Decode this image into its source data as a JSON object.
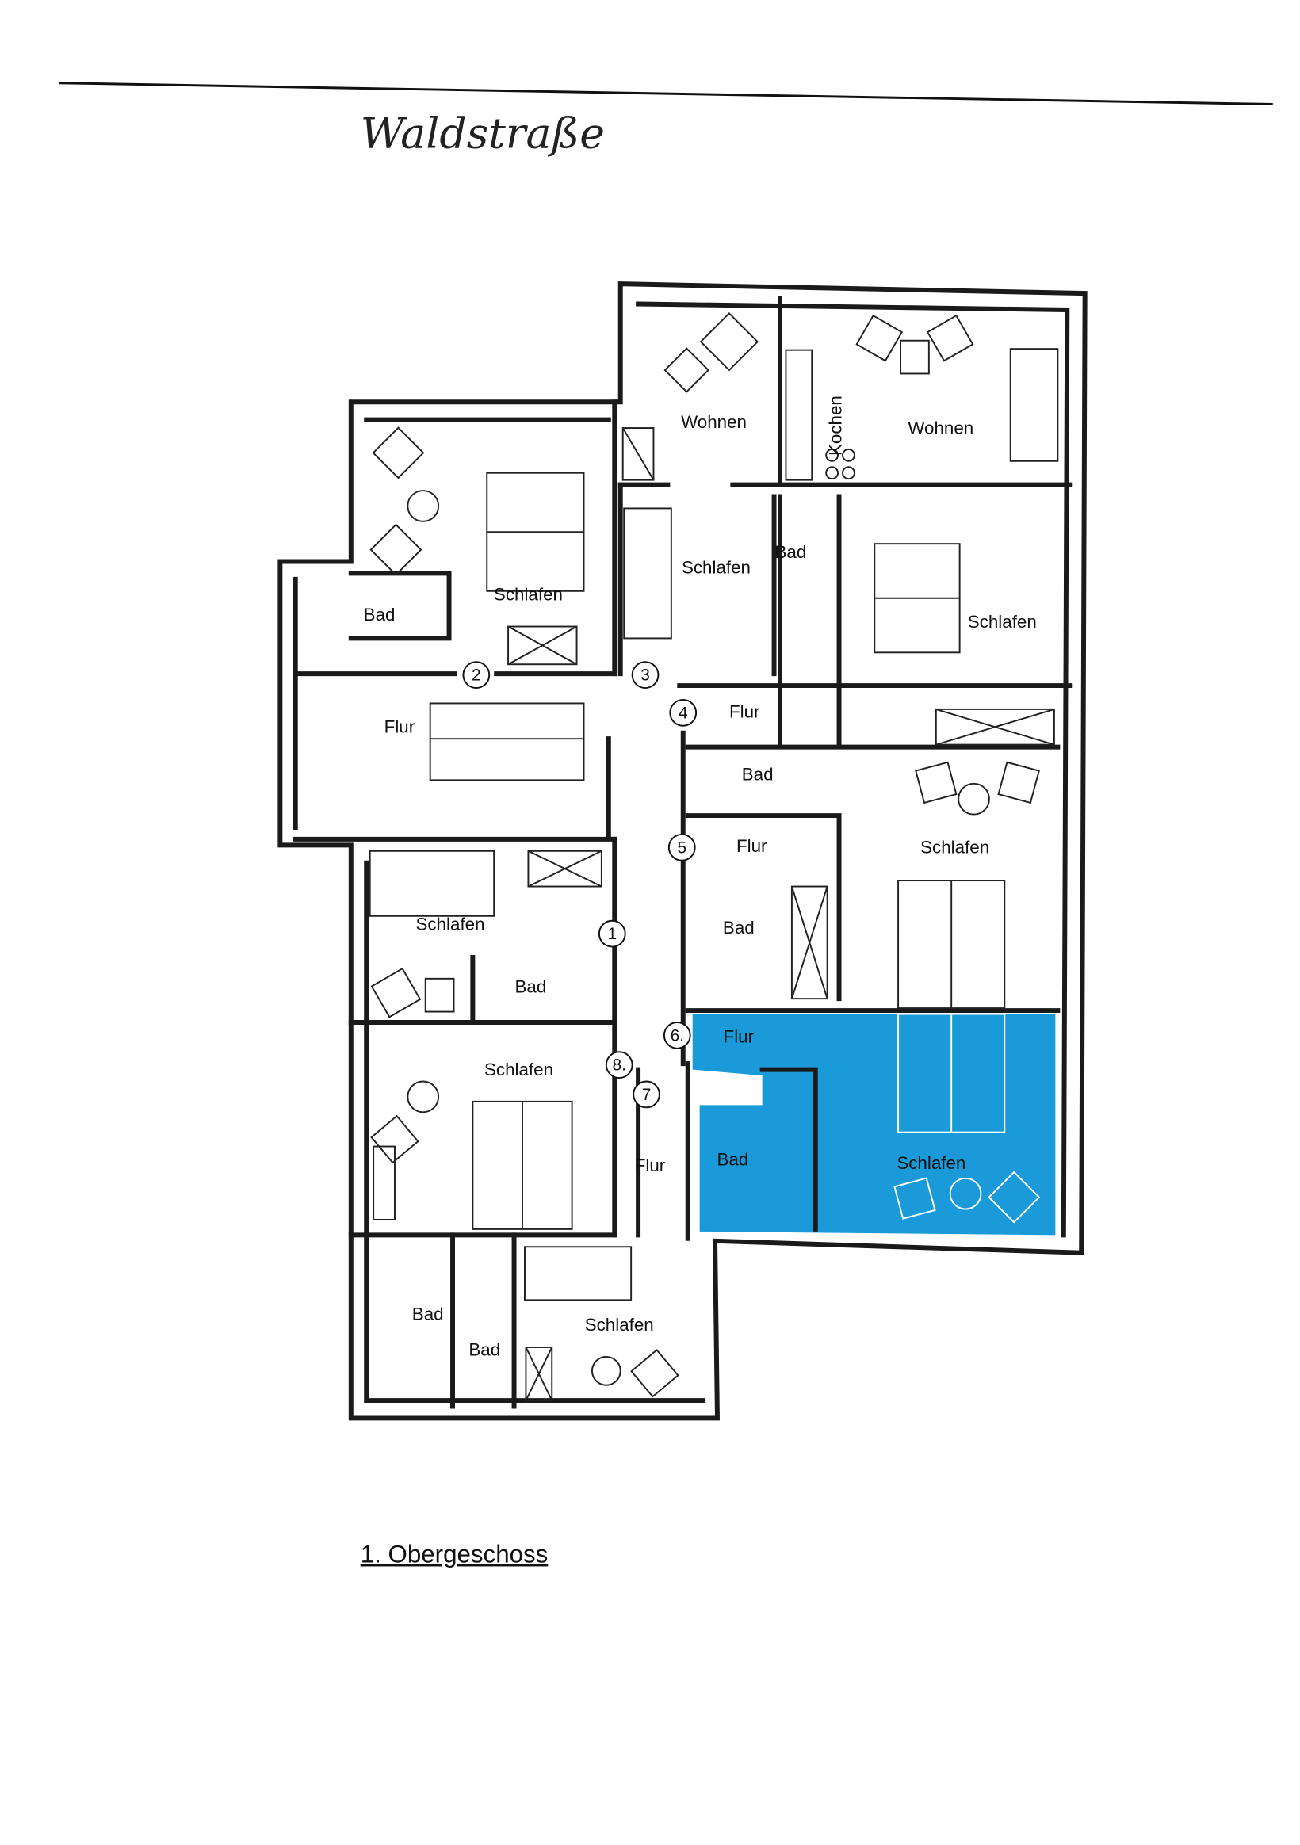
{
  "title": "Waldstraße",
  "subtitle": "1. Obergeschoss",
  "highlight_color": "#1a9ad8",
  "rooms": [
    {
      "label": "Wohnen"
    },
    {
      "label": "Kochen"
    },
    {
      "label": "Wohnen"
    },
    {
      "label": "Schlafen"
    },
    {
      "label": "Bad"
    },
    {
      "label": "Schlafen"
    },
    {
      "label": "Bad"
    },
    {
      "label": "Schlafen"
    },
    {
      "label": "Flur"
    },
    {
      "label": "Flur"
    },
    {
      "label": "Bad"
    },
    {
      "label": "Schlafen"
    },
    {
      "label": "Flur"
    },
    {
      "label": "Bad"
    },
    {
      "label": "Schlafen"
    },
    {
      "label": "Bad"
    },
    {
      "label": "Flur"
    },
    {
      "label": "Schlafen"
    },
    {
      "label": "Flur"
    },
    {
      "label": "Bad"
    },
    {
      "label": "Schlafen"
    },
    {
      "label": "Bad"
    },
    {
      "label": "Bad"
    },
    {
      "label": "Schlafen"
    }
  ],
  "unit_numbers": [
    "1",
    "2",
    "3",
    "4",
    "5",
    "6.",
    "7",
    "8."
  ]
}
